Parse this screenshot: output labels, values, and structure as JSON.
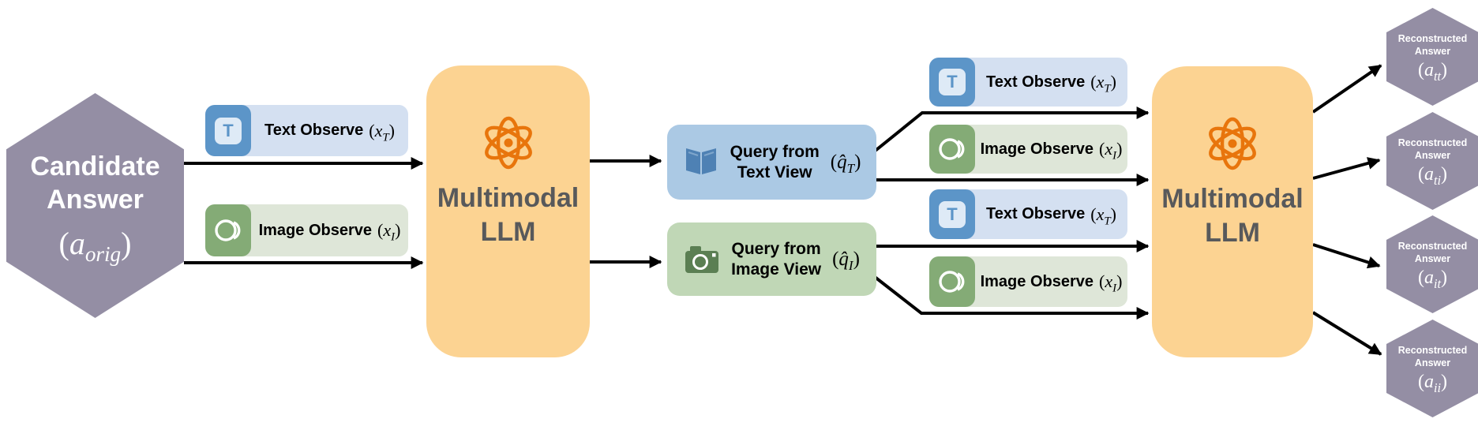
{
  "palette": {
    "hexagon_purple": "#948EA4",
    "observe_blue_bg": "#D4E0F1",
    "observe_blue_icon": "#5C95C8",
    "observe_green_bg": "#DEE6D8",
    "observe_green_icon": "#84AB76",
    "llm_orange_bg": "#FCD392",
    "atom_orange": "#E8750C",
    "llm_text_gray": "#58595B",
    "query_text_blue_bg": "#ABC9E4",
    "book_icon_blue": "#4E81B4",
    "query_image_green_bg": "#C0D7B6",
    "camera_icon_green": "#5B7F53",
    "arrow_black": "#000000"
  },
  "symbols": {
    "open": "(",
    "close": ")"
  },
  "candidate": {
    "title_line1": "Candidate",
    "title_line2": "Answer",
    "math_base": "a",
    "math_sub": "orig"
  },
  "observe_text": {
    "label": "Text Observe",
    "icon_letter": "T",
    "math_base": "x",
    "math_sub": "T"
  },
  "observe_image": {
    "label": "Image Observe",
    "math_base": "x",
    "math_sub": "I"
  },
  "llm": {
    "title_line1": "Multimodal",
    "title_line2": "LLM"
  },
  "query_text": {
    "label_line1": "Query from",
    "label_line2": "Text View",
    "math_base": "q̂",
    "math_sub": "T"
  },
  "query_image": {
    "label_line1": "Query from",
    "label_line2": "Image View",
    "math_base": "q̂",
    "math_sub": "I"
  },
  "outputs": [
    {
      "title_line1": "Reconstructed",
      "title_line2": "Answer",
      "math_base": "a",
      "math_sub": "tt"
    },
    {
      "title_line1": "Reconstructed",
      "title_line2": "Answer",
      "math_base": "a",
      "math_sub": "ti"
    },
    {
      "title_line1": "Reconstructed",
      "title_line2": "Answer",
      "math_base": "a",
      "math_sub": "it"
    },
    {
      "title_line1": "Reconstructed",
      "title_line2": "Answer",
      "math_base": "a",
      "math_sub": "ii"
    }
  ]
}
